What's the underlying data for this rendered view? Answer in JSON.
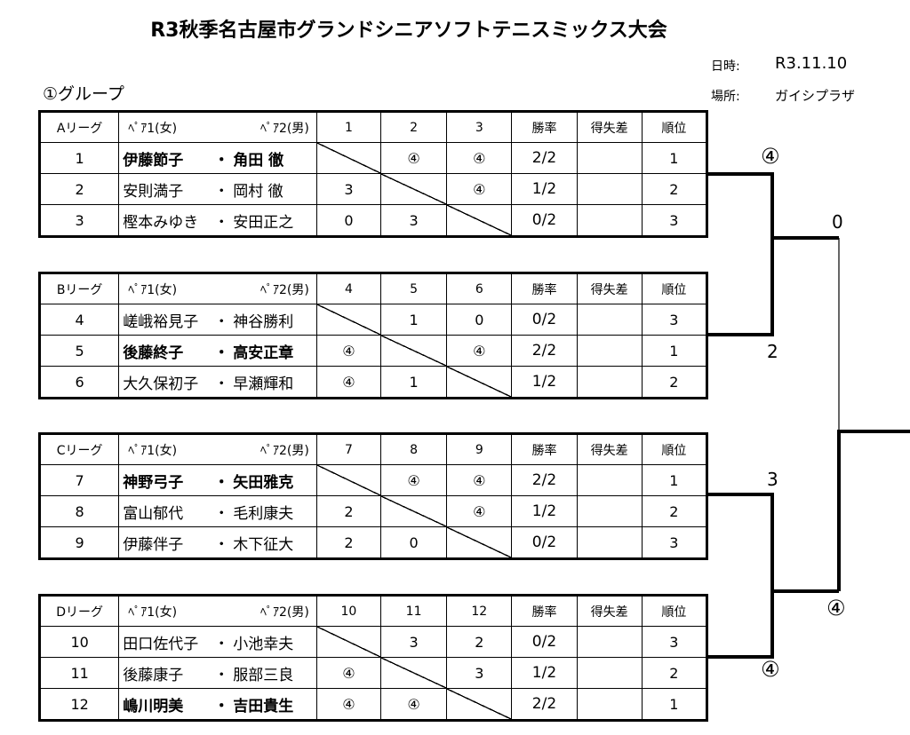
{
  "title": "R3秋季名古屋市グランドシニアソフトテニスミックス大会",
  "meta": {
    "date_label": "日時:",
    "date_value": "R3.11.10",
    "place_label": "場所:",
    "place_value": "ガイシプラザ"
  },
  "group_title": "①グループ",
  "header": {
    "pair1": "ﾍﾟｱ1(女)",
    "pair2": "ﾍﾟｱ2(男)",
    "win_rate": "勝率",
    "diff": "得失差",
    "rank": "順位"
  },
  "leagues": [
    {
      "name": "Aリーグ",
      "cols": [
        "1",
        "2",
        "3"
      ],
      "rows": [
        {
          "no": "1",
          "p1": "伊藤節子",
          "sep": "・",
          "p2": "角田 徹",
          "bold": true,
          "r": [
            "",
            "④",
            "④"
          ],
          "rate": "2/2",
          "diff": "",
          "rank": "1"
        },
        {
          "no": "2",
          "p1": "安則満子",
          "sep": "・",
          "p2": "岡村 徹",
          "bold": false,
          "r": [
            "3",
            "",
            "④"
          ],
          "rate": "1/2",
          "diff": "",
          "rank": "2"
        },
        {
          "no": "3",
          "p1": "樫本みゆき",
          "sep": "・",
          "p2": "安田正之",
          "bold": false,
          "r": [
            "0",
            "3",
            ""
          ],
          "rate": "0/2",
          "diff": "",
          "rank": "3"
        }
      ]
    },
    {
      "name": "Bリーグ",
      "cols": [
        "4",
        "5",
        "6"
      ],
      "rows": [
        {
          "no": "4",
          "p1": "嵯峨裕見子",
          "sep": "・",
          "p2": "神谷勝利",
          "bold": false,
          "r": [
            "",
            "1",
            "0"
          ],
          "rate": "0/2",
          "diff": "",
          "rank": "3"
        },
        {
          "no": "5",
          "p1": "後藤終子",
          "sep": "・",
          "p2": "高安正章",
          "bold": true,
          "r": [
            "④",
            "",
            "④"
          ],
          "rate": "2/2",
          "diff": "",
          "rank": "1"
        },
        {
          "no": "6",
          "p1": "大久保初子",
          "sep": "・",
          "p2": "早瀬輝和",
          "bold": false,
          "r": [
            "④",
            "1",
            ""
          ],
          "rate": "1/2",
          "diff": "",
          "rank": "2"
        }
      ]
    },
    {
      "name": "Cリーグ",
      "cols": [
        "7",
        "8",
        "9"
      ],
      "rows": [
        {
          "no": "7",
          "p1": "神野弓子",
          "sep": "・",
          "p2": "矢田雅克",
          "bold": true,
          "r": [
            "",
            "④",
            "④"
          ],
          "rate": "2/2",
          "diff": "",
          "rank": "1"
        },
        {
          "no": "8",
          "p1": "富山郁代",
          "sep": "・",
          "p2": "毛利康夫",
          "bold": false,
          "r": [
            "2",
            "",
            "④"
          ],
          "rate": "1/2",
          "diff": "",
          "rank": "2"
        },
        {
          "no": "9",
          "p1": "伊藤伴子",
          "sep": "・",
          "p2": "木下征大",
          "bold": false,
          "r": [
            "2",
            "0",
            ""
          ],
          "rate": "0/2",
          "diff": "",
          "rank": "3"
        }
      ]
    },
    {
      "name": "Dリーグ",
      "cols": [
        "10",
        "11",
        "12"
      ],
      "rows": [
        {
          "no": "10",
          "p1": "田口佐代子",
          "sep": "・",
          "p2": "小池幸夫",
          "bold": false,
          "r": [
            "",
            "3",
            "2"
          ],
          "rate": "0/2",
          "diff": "",
          "rank": "3"
        },
        {
          "no": "11",
          "p1": "後藤康子",
          "sep": "・",
          "p2": "服部三良",
          "bold": false,
          "r": [
            "④",
            "",
            "3"
          ],
          "rate": "1/2",
          "diff": "",
          "rank": "2"
        },
        {
          "no": "12",
          "p1": "嶋川明美",
          "sep": "・",
          "p2": "吉田貴生",
          "bold": true,
          "r": [
            "④",
            "④",
            ""
          ],
          "rate": "2/2",
          "diff": "",
          "rank": "1"
        }
      ]
    }
  ],
  "bracket_scores": {
    "ab_top": "④",
    "ab_bottom": "2",
    "ab_out": "0",
    "cd_top": "3",
    "cd_bottom": "④",
    "cd_out": "④"
  }
}
